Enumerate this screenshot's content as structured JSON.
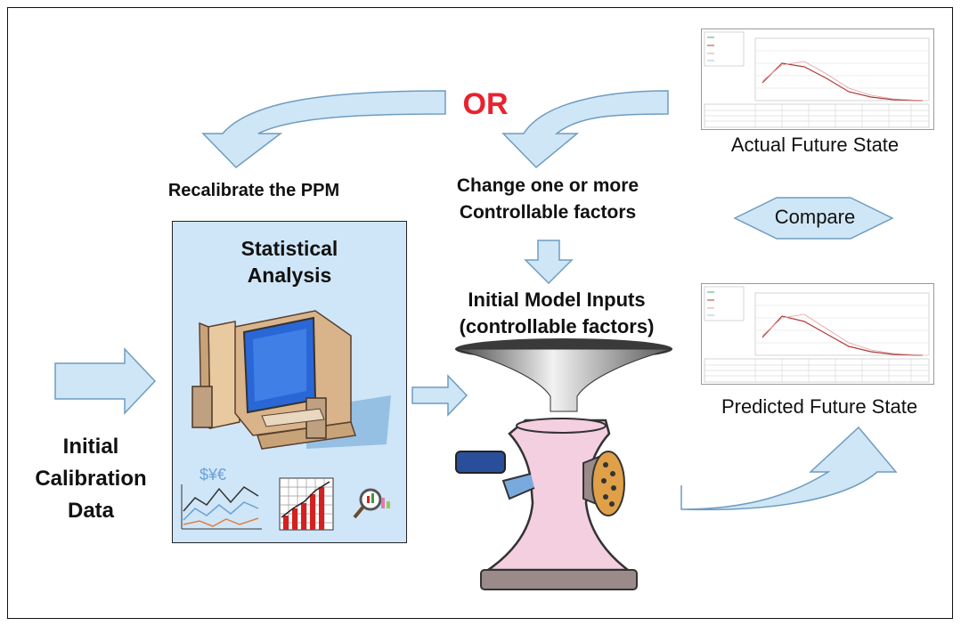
{
  "labels": {
    "or": "OR",
    "recalibrate": "Recalibrate the PPM",
    "change_line1": "Change one or more",
    "change_line2": "Controllable factors",
    "actual_future": "Actual Future State",
    "compare": "Compare",
    "statistical_line1": "Statistical",
    "statistical_line2": "Analysis",
    "model_inputs_line1": "Initial Model Inputs",
    "model_inputs_line2": "(controllable factors)",
    "predicted_future": "Predicted Future State",
    "calibration_line1": "Initial",
    "calibration_line2": "Calibration",
    "calibration_line3": "Data"
  },
  "colors": {
    "arrow_fill": "#cfe6f6",
    "arrow_stroke": "#6f9cc0",
    "or_color": "#e8222e",
    "stats_bg": "#cfe6f8",
    "grinder_body": "#f4cfe0"
  },
  "icons": {
    "computer": "desktop-computer-icon",
    "funnel": "funnel-icon",
    "grinder": "meat-grinder-icon",
    "magnifier": "magnifier-chart-icon"
  }
}
